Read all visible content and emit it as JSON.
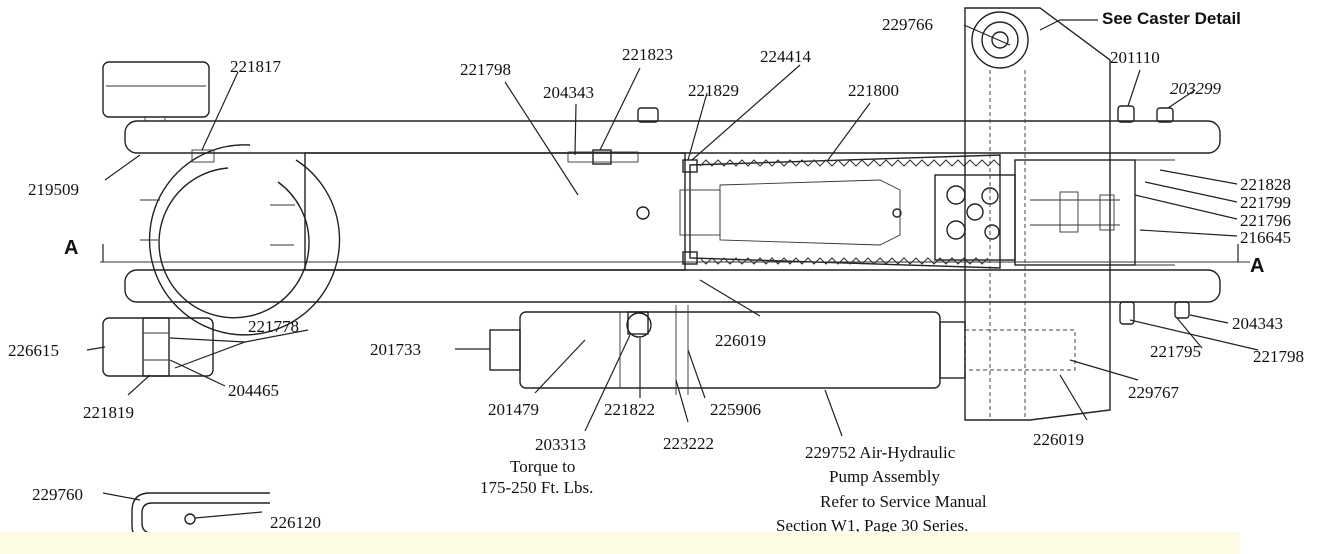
{
  "colors": {
    "ink": "#111111",
    "background": "#ffffff",
    "footer_band": "#fdfbe3"
  },
  "diagram": {
    "callout_caster": "See Caster Detail",
    "section_marker_left": "A",
    "section_marker_right": "A",
    "parts": {
      "p229766": "229766",
      "p201110": "201110",
      "p203299": "203299",
      "p221817": "221817",
      "p221798_top": "221798",
      "p221823": "221823",
      "p224414": "224414",
      "p204343_top": "204343",
      "p221829": "221829",
      "p221800": "221800",
      "p219509": "219509",
      "p221828": "221828",
      "p221799": "221799",
      "p221796": "221796",
      "p216645": "216645",
      "p221778": "221778",
      "p226615": "226615",
      "p204465": "204465",
      "p221819": "221819",
      "p201733": "201733",
      "p226019_mid": "226019",
      "p204343_right": "204343",
      "p221795": "221795",
      "p221798_right": "221798",
      "p229767": "229767",
      "p201479": "201479",
      "p221822": "221822",
      "p225906": "225906",
      "p223222": "223222",
      "p226019_low": "226019",
      "p203313": "203313",
      "p229760": "229760",
      "p226120": "226120"
    },
    "notes": {
      "torque_line1": "Torque to",
      "torque_line2": "175-250 Ft. Lbs.",
      "pump_line1": "229752 Air-Hydraulic",
      "pump_line2": "Pump Assembly",
      "pump_line3": "Refer to Service Manual",
      "pump_line4": "Section W1, Page 30 Series."
    }
  }
}
